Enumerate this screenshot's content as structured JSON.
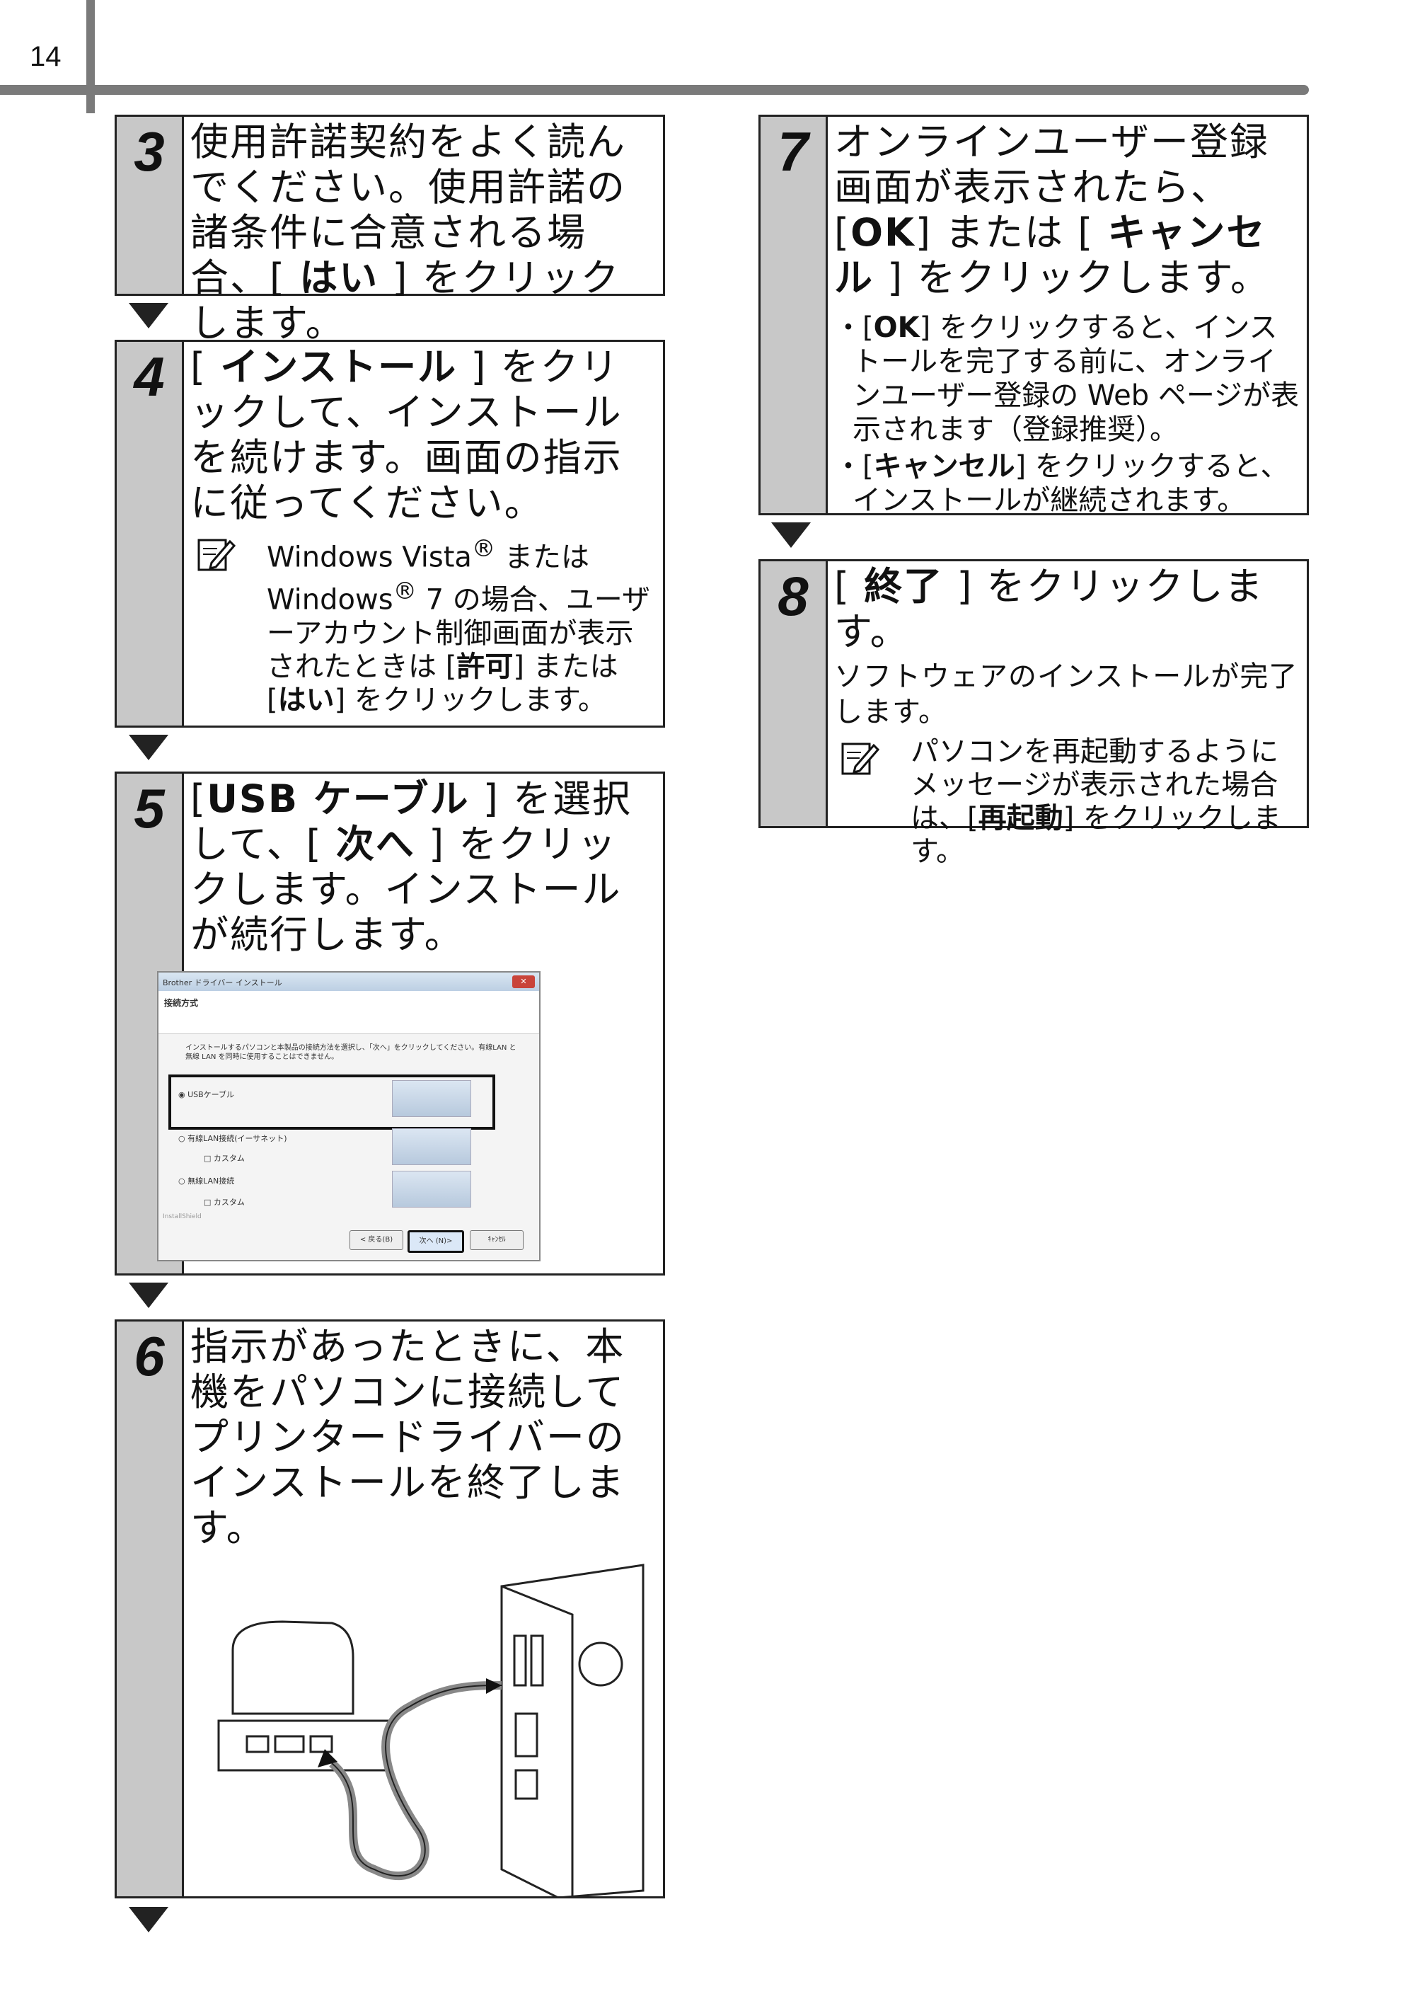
{
  "page_number": "14",
  "steps": {
    "s3": {
      "number": "3",
      "main_pre": "使用許諾契約をよく読んでください。使用許諾の諸条件に合意される場合、[ ",
      "main_bold": "はい",
      "main_post": " ] をクリックします。"
    },
    "s4": {
      "number": "4",
      "main_pre": "[ ",
      "main_bold": "インストール",
      "main_post": " ] をクリックして、インストールを続けます。画面の指示に従ってください。",
      "note": {
        "l1": "Windows Vista",
        "reg1": "®",
        "l1b": " または",
        "l2": "Windows",
        "reg2": "®",
        "l2b": " 7 の場合、ユーザーアカウント制御画面が表示されたときは [",
        "bold1": "許可",
        "mid": "] または [",
        "bold2": "はい",
        "end": "] をクリックします。"
      }
    },
    "s5": {
      "number": "5",
      "main_pre": "[",
      "main_bold1": "USB ケーブル",
      "main_mid": " ] を選択して、[ ",
      "main_bold2": "次へ",
      "main_post": " ] をクリックします。インストールが続行します。"
    },
    "s6": {
      "number": "6",
      "main": "指示があったときに、本機をパソコンに接続してプリンタードライバーのインストールを終了します。"
    },
    "s7": {
      "number": "7",
      "main_pre": "オンラインユーザー登録画面が表示されたら、[",
      "main_bold1": "OK",
      "main_mid": "] または [ ",
      "main_bold2": "キャンセル",
      "main_post": " ] をクリックします。",
      "b1_pre": "・[",
      "b1_bold": "OK",
      "b1_post": "] をクリックすると、インストールを完了する前に、オンラインユーザー登録の Web ページが表示されます（登録推奨）。",
      "b2_pre": "・[",
      "b2_bold": "キャンセル",
      "b2_post": "] をクリックすると、インストールが継続されます。"
    },
    "s8": {
      "number": "8",
      "main_pre": "[ ",
      "main_bold": "終了",
      "main_post": " ] をクリックします。",
      "sub": "ソフトウェアのインストールが完了します。",
      "note_pre": "パソコンを再起動するようにメッセージが表示された場合は、[",
      "note_bold": "再起動",
      "note_post": "] をクリックします。"
    }
  },
  "dialog": {
    "title": "Brother ドライバー インストール",
    "close": "✕",
    "header": "接続方式",
    "instruction": "インストールするパソコンと本製品の接続方法を選択し、「次へ」をクリックしてください。有線LAN と無線 LAN を同時に使用することはできません。",
    "opt_usb": "◉ USBケーブル",
    "opt_wired": "○ 有線LAN接続(イーサネット)",
    "custom1": "□ カスタム",
    "opt_wireless": "○ 無線LAN接続",
    "custom2": "□ カスタム",
    "installshield": "InstallShield",
    "back": "< 戻る(B)",
    "next": "次へ (N)>",
    "cancel": "ｷｬﾝｾﾙ"
  },
  "colors": {
    "rule": "#7a7a7a",
    "number_bg": "#c8c8c8"
  }
}
